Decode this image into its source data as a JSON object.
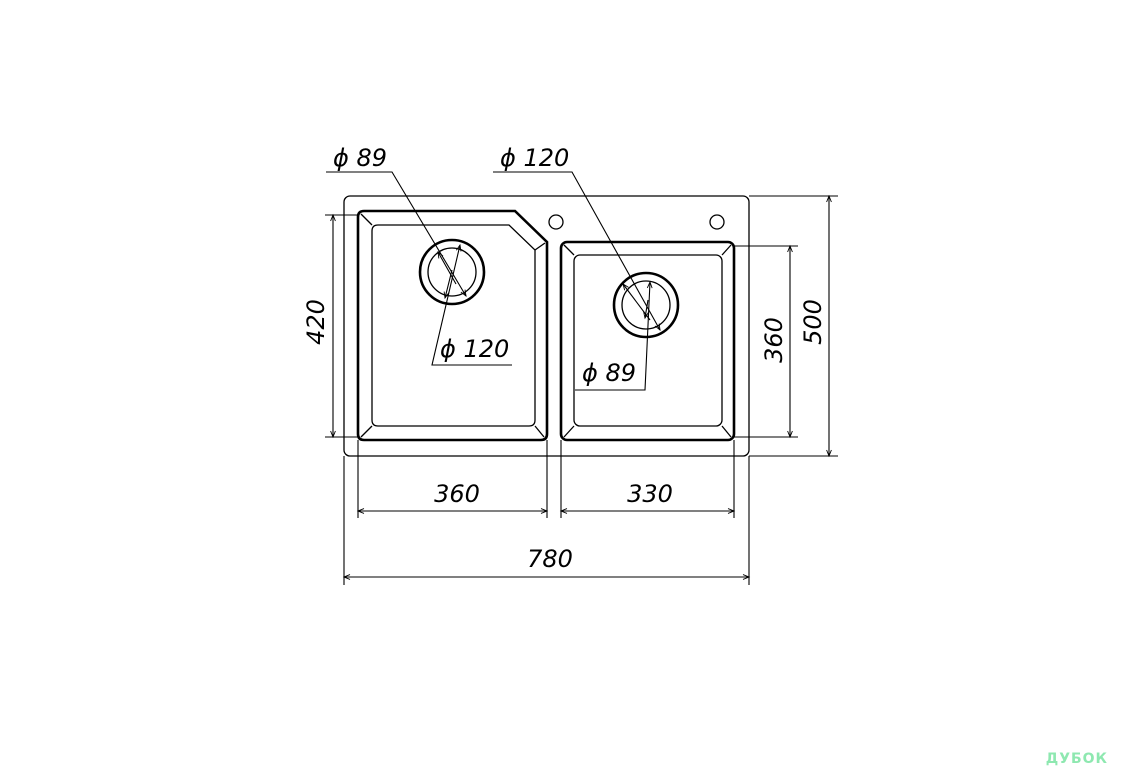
{
  "drawing": {
    "bowl_left": {
      "drain_outer": "ϕ 89",
      "drain_inner": "ϕ 120",
      "height": "420",
      "width": "360"
    },
    "bowl_right": {
      "drain_outer": "ϕ 120",
      "drain_inner": "ϕ 89",
      "height": "360",
      "width": "330"
    },
    "overall": {
      "width": "780",
      "height": "500"
    }
  },
  "watermark": "ДУБОК"
}
